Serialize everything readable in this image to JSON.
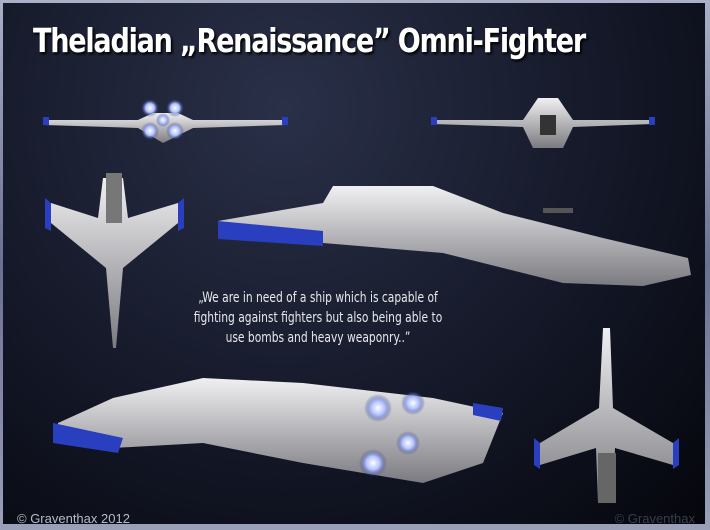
{
  "title": "Theladian „Renaissance” Omni-Fighter",
  "quote": "„We are in need of a ship which is capable of fighting against fighters but also being able to use bombs and heavy weaponry..”",
  "copyright": "© Graventhax   2012",
  "watermark": "© Graventhax",
  "colors": {
    "accent_blue": "#2a3fbf",
    "hull": "#d8d8dc",
    "background": "#141828"
  }
}
